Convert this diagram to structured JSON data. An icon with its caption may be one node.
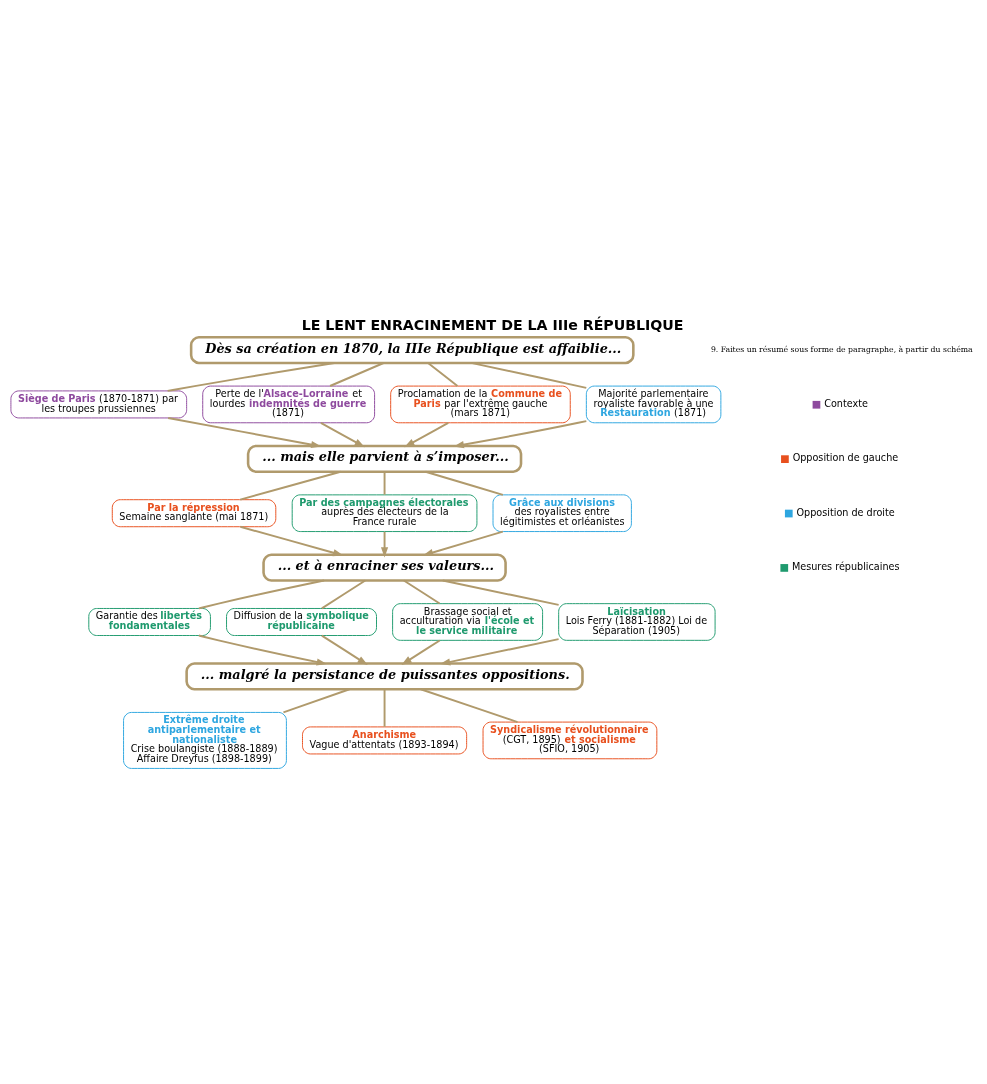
{
  "diagram": {
    "title": "LE LENT ENRACINEMENT DE LA IIIe RÉPUBLIQUE",
    "nodes": [
      {
        "text": [
          "Dès sa création en 1870, la IIIe République est affaiblie..."
        ]
      },
      {
        "text": [
          "**Siège de Paris** (1870-1871) par les troupes prussiennes"
        ]
      },
      {
        "text": [
          "Perte de l'**Alsace-Lorraine** et lourdes **indemnités de guerre** (1871)"
        ]
      },
      {
        "text": [
          "Proclamation de la **Commune de Paris** par l'extrême gauche (mars 1871)"
        ]
      },
      {
        "text": [
          "Majorité parlementaire royaliste favorable à une **Restauration** (1871)"
        ]
      },
      {
        "text": [
          "... mais elle parvient à s’imposer..."
        ]
      },
      {
        "text": [
          "Par la répression",
          "Semaine sanglante (mai 1871)"
        ]
      },
      {
        "text": [
          "Par des campagnes électorales",
          "auprès des électeurs de la France rurale"
        ]
      },
      {
        "text": [
          "Grâce aux divisions",
          "des royalistes entre légitimistes et orléanistes"
        ]
      },
      {
        "text": [
          "... et à enraciner ses valeurs..."
        ]
      },
      {
        "text": [
          "Garantie des **libertés fondamentales**"
        ]
      },
      {
        "text": [
          "Diffusion de la **symbolique républicaine**"
        ]
      },
      {
        "text": [
          "Brassage social et acculturation via **l'école et le service militaire**"
        ]
      },
      {
        "text": [
          "Laïcisation",
          "Lois Ferry (1881-1882) Loi de Séparation (1905)"
        ]
      },
      {
        "text": [
          "... malgré la persistance de puissantes oppositions."
        ]
      },
      {
        "text": [
          "Extrême droite antiparlementaire et nationaliste",
          "Crise boulangiste (1888-1889) Affaire Dreyfus (1898-1899)"
        ]
      },
      {
        "text": [
          "Anarchisme",
          "Vague d'attentats (1893-1894)"
        ]
      },
      {
        "text": [
          "**Syndicalisme révolutionnaire** (CGT, 1895) **et socialisme** (SFIO, 1905)"
        ]
      }
    ],
    "edges": [
      {
        "from": 0,
        "to": 1,
        "arrow": "none"
      },
      {
        "from": 0,
        "to": 2,
        "arrow": "none"
      },
      {
        "from": 0,
        "to": 3,
        "arrow": "none"
      },
      {
        "from": 0,
        "to": 4,
        "arrow": "none"
      },
      {
        "from": 1,
        "to": 5,
        "arrow": "to"
      },
      {
        "from": 2,
        "to": 5,
        "arrow": "to"
      },
      {
        "from": 3,
        "to": 5,
        "arrow": "to"
      },
      {
        "from": 4,
        "to": 5,
        "arrow": "to"
      },
      {
        "from": 5,
        "to": 6,
        "arrow": "none"
      },
      {
        "from": 5,
        "to": 7,
        "arrow": "none"
      },
      {
        "from": 5,
        "to": 8,
        "arrow": "none"
      },
      {
        "from": 6,
        "to": 9,
        "arrow": "to"
      },
      {
        "from": 7,
        "to": 9,
        "arrow": "to"
      },
      {
        "from": 8,
        "to": 9,
        "arrow": "to"
      },
      {
        "from": 9,
        "to": 10,
        "arrow": "none"
      },
      {
        "from": 9,
        "to": 11,
        "arrow": "none"
      },
      {
        "from": 9,
        "to": 12,
        "arrow": "none"
      },
      {
        "from": 9,
        "to": 13,
        "arrow": "none"
      },
      {
        "from": 10,
        "to": 14,
        "arrow": "to"
      },
      {
        "from": 11,
        "to": 14,
        "arrow": "to"
      },
      {
        "from": 12,
        "to": 14,
        "arrow": "to"
      },
      {
        "from": 13,
        "to": 14,
        "arrow": "to"
      },
      {
        "from": 14,
        "to": 15,
        "arrow": "none"
      },
      {
        "from": 14,
        "to": 16,
        "arrow": "none"
      },
      {
        "from": 14,
        "to": 17,
        "arrow": "none"
      }
    ],
    "labels": [
      "9. Faites un résumé sous forme de paragraphe, à partir du schéma"
    ],
    "legend": [
      {
        "text": "Contexte",
        "color": "#8e4a9e"
      },
      {
        "text": "Opposition de gauche",
        "color": "#e8501e"
      },
      {
        "text": "Opposition de droite",
        "color": "#2ea6e0"
      },
      {
        "text": "Mesures républicaines",
        "color": "#1f9a6e"
      }
    ]
  }
}
